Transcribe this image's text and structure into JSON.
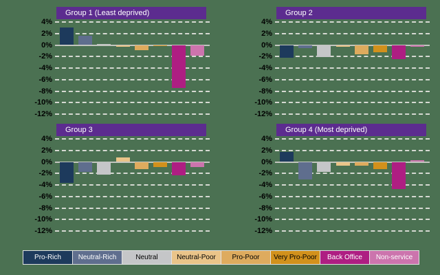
{
  "background_color": "#4b7152",
  "header_color": "#5c2c8f",
  "chart_data": [
    {
      "type": "bar",
      "title": "Group 1 (Least deprived)",
      "categories": [
        "Pro-Rich",
        "Neutral-Rich",
        "Neutral",
        "Neutral-Poor",
        "Pro-Poor",
        "Very Pro-Poor",
        "Back Office",
        "Non-service"
      ],
      "values": [
        3.1,
        1.6,
        0.2,
        -0.3,
        -0.9,
        -0.2,
        -7.5,
        -1.8
      ],
      "ylim": [
        -12,
        4
      ],
      "ytick_labels": [
        "4%",
        "2%",
        "0%",
        "-2%",
        "-4%",
        "-6%",
        "-8%",
        "-10%",
        "-12%"
      ],
      "grid": "horizontal-dashed",
      "legend_position": "shared-bottom"
    },
    {
      "type": "bar",
      "title": "Group 2",
      "categories": [
        "Pro-Rich",
        "Neutral-Rich",
        "Neutral",
        "Neutral-Poor",
        "Pro-Poor",
        "Very Pro-Poor",
        "Back Office",
        "Non-service"
      ],
      "values": [
        -2.2,
        -0.5,
        -2.1,
        -0.3,
        -1.6,
        -1.3,
        -2.5,
        -0.3
      ],
      "ylim": [
        -12,
        4
      ],
      "ytick_labels": [
        "4%",
        "2%",
        "0%",
        "-2%",
        "-4%",
        "-6%",
        "-8%",
        "-10%",
        "-12%"
      ],
      "grid": "horizontal-dashed",
      "legend_position": "shared-bottom"
    },
    {
      "type": "bar",
      "title": "Group 3",
      "categories": [
        "Pro-Rich",
        "Neutral-Rich",
        "Neutral",
        "Neutral-Poor",
        "Pro-Poor",
        "Very Pro-Poor",
        "Back Office",
        "Non-service"
      ],
      "values": [
        -3.7,
        -1.7,
        -2.2,
        0.8,
        -1.2,
        -0.9,
        -2.3,
        -0.9
      ],
      "ylim": [
        -12,
        4
      ],
      "ytick_labels": [
        "4%",
        "2%",
        "0%",
        "-2%",
        "-4%",
        "-6%",
        "-8%",
        "-10%",
        "-12%"
      ],
      "grid": "horizontal-dashed",
      "legend_position": "shared-bottom"
    },
    {
      "type": "bar",
      "title": "Group 4 (Most deprived)",
      "categories": [
        "Pro-Rich",
        "Neutral-Rich",
        "Neutral",
        "Neutral-Poor",
        "Pro-Poor",
        "Very Pro-Poor",
        "Back Office",
        "Non-service"
      ],
      "values": [
        1.7,
        -3.0,
        -1.7,
        -0.7,
        -0.6,
        -1.3,
        -4.7,
        0.3
      ],
      "ylim": [
        -12,
        4
      ],
      "ytick_labels": [
        "4%",
        "2%",
        "0%",
        "-2%",
        "-4%",
        "-6%",
        "-8%",
        "-10%",
        "-12%"
      ],
      "grid": "horizontal-dashed",
      "legend_position": "shared-bottom"
    }
  ],
  "legend": {
    "position": "bottom",
    "entries": [
      {
        "label": "Pro-Rich",
        "color": "#1d3a5c",
        "text_color": "#ffffff"
      },
      {
        "label": "Neutral-Rich",
        "color": "#5f6e8e",
        "text_color": "#ffffff"
      },
      {
        "label": "Neutral",
        "color": "#c5c6c8",
        "text_color": "#000000"
      },
      {
        "label": "Neutral-Poor",
        "color": "#eac489",
        "text_color": "#000000"
      },
      {
        "label": "Pro-Poor",
        "color": "#deab5e",
        "text_color": "#000000"
      },
      {
        "label": "Very Pro-Poor",
        "color": "#d2911c",
        "text_color": "#000000"
      },
      {
        "label": "Back Office",
        "color": "#ae1e82",
        "text_color": "#ffffff"
      },
      {
        "label": "Non-service",
        "color": "#cc74ad",
        "text_color": "#ffffff"
      }
    ]
  }
}
